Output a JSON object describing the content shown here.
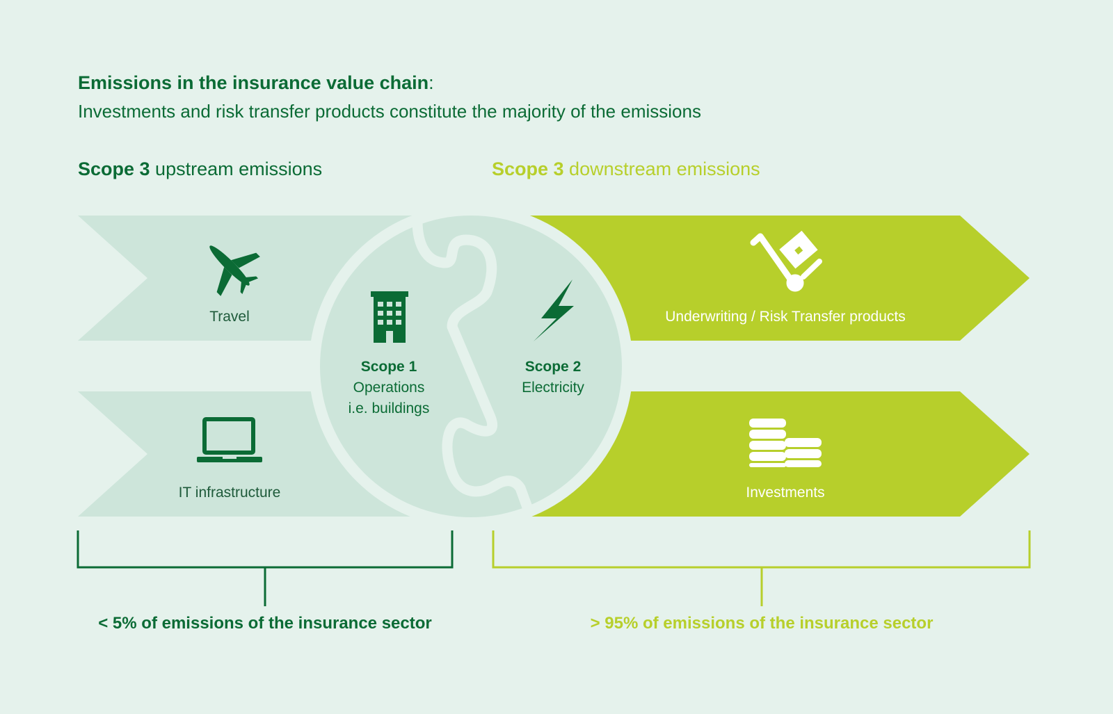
{
  "title": {
    "bold": "Emissions in the insurance value chain",
    "colon": ":",
    "subtitle": "Investments and risk transfer products constitute the majority of the emissions"
  },
  "upstream": {
    "scope_label": "Scope 3",
    "rest": " upstream emissions",
    "items": [
      {
        "label": "Travel",
        "icon": "airplane-icon"
      },
      {
        "label": "IT infrastructure",
        "icon": "laptop-icon"
      }
    ],
    "footer": "< 5% of emissions of the insurance sector"
  },
  "downstream": {
    "scope_label": "Scope 3",
    "rest": " downstream emissions",
    "items": [
      {
        "label": "Underwriting / Risk Transfer products",
        "icon": "hand-truck-icon"
      },
      {
        "label": "Investments",
        "icon": "coins-icon"
      }
    ],
    "footer": "> 95% of emissions of the insurance sector"
  },
  "scope1": {
    "title": "Scope 1",
    "line1": "Operations",
    "line2": "i.e. buildings",
    "icon": "building-icon"
  },
  "scope2": {
    "title": "Scope 2",
    "line1": "Electricity",
    "icon": "lightning-icon"
  },
  "colors": {
    "background": "#e5f2ec",
    "upstream_fill": "#cde5da",
    "downstream_fill": "#b7cf2b",
    "dark_green": "#0b6b35"
  }
}
